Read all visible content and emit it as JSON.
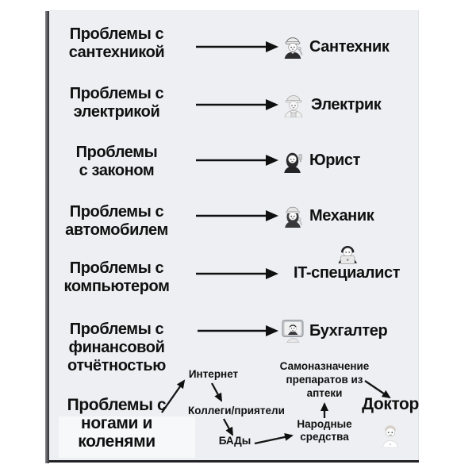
{
  "colors": {
    "background": "#ffffff",
    "card": "#edeff2",
    "text": "#101010",
    "arrow": "#101010"
  },
  "rows": [
    {
      "problem_lines": [
        "Проблемы с",
        "сантехникой"
      ],
      "specialist": "Сантехник",
      "icon": "plumber-emoji"
    },
    {
      "problem_lines": [
        "Проблемы с",
        "электрикой"
      ],
      "specialist": "Электрик",
      "icon": "electrician-emoji"
    },
    {
      "problem_lines": [
        "Проблемы",
        "с законом"
      ],
      "specialist": "Юрист",
      "icon": "judge-emoji"
    },
    {
      "problem_lines": [
        "Проблемы с",
        "автомобилем"
      ],
      "specialist": "Механик",
      "icon": "mechanic-emoji"
    },
    {
      "problem_lines": [
        "Проблемы с",
        "компьютером"
      ],
      "specialist": "IT-специалист",
      "icon": "technologist-emoji"
    },
    {
      "problem_lines": [
        "Проблемы с",
        "финансовой",
        "отчётностью"
      ],
      "specialist": "Бухгалтер",
      "icon": "accountant-emoji"
    }
  ],
  "health_flow": {
    "problem_lines": [
      "Проблемы",
      "с ногами и",
      "коленями"
    ],
    "internet": "Интернет",
    "colleagues": "Коллеги/приятели",
    "supplements": "БАДы",
    "folk_lines": [
      "Народные",
      "средства"
    ],
    "pharmacy_lines": [
      "Самоназначение",
      "препаратов из",
      "аптеки"
    ],
    "doctor": "Доктор",
    "doctor_icon": "doctor-emoji"
  }
}
